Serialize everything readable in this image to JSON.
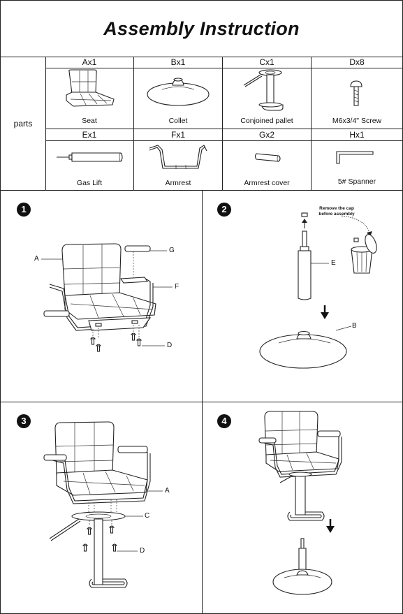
{
  "title": "Assembly Instruction",
  "parts_label": "parts",
  "parts": [
    {
      "code": "Ax1",
      "name": "Seat",
      "icon": "seat-icon"
    },
    {
      "code": "Bx1",
      "name": "Collet",
      "icon": "collet-icon"
    },
    {
      "code": "Cx1",
      "name": "Conjoined pallet",
      "icon": "conjoined-pallet-icon"
    },
    {
      "code": "Dx8",
      "name": "M6x3/4\" Screw",
      "icon": "screw-icon"
    },
    {
      "code": "Ex1",
      "name": "Gas Lift",
      "icon": "gas-lift-icon"
    },
    {
      "code": "Fx1",
      "name": "Armrest",
      "icon": "armrest-icon"
    },
    {
      "code": "Gx2",
      "name": "Armrest cover",
      "icon": "armrest-cover-icon"
    },
    {
      "code": "Hx1",
      "name": "5# Spanner",
      "icon": "spanner-icon"
    }
  ],
  "steps": [
    {
      "number": "1",
      "labels": {
        "a": "A",
        "g": "G",
        "f": "F",
        "d": "D"
      }
    },
    {
      "number": "2",
      "labels": {
        "e": "E",
        "b": "B"
      },
      "note": "Remove the cap before assembly"
    },
    {
      "number": "3",
      "labels": {
        "a": "A",
        "c": "C",
        "d": "D"
      }
    },
    {
      "number": "4"
    }
  ]
}
